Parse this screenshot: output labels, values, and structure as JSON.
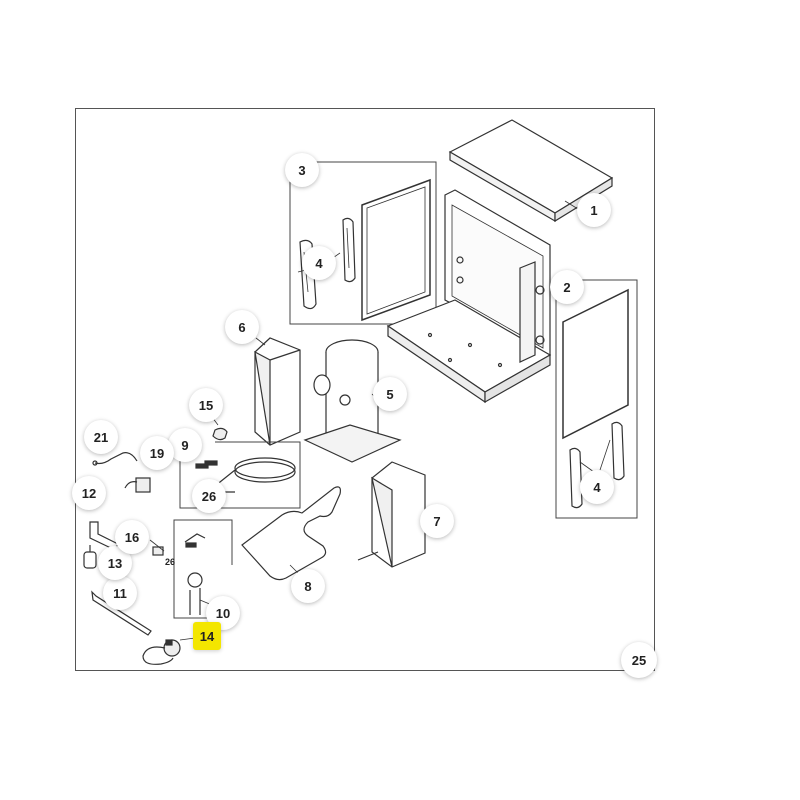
{
  "diagram": {
    "highlight_color": "#f3e600",
    "callouts": [
      {
        "id": "c1",
        "label": "1"
      },
      {
        "id": "c2",
        "label": "2"
      },
      {
        "id": "c3",
        "label": "3"
      },
      {
        "id": "c4a",
        "label": "4"
      },
      {
        "id": "c4b",
        "label": "4"
      },
      {
        "id": "c5",
        "label": "5"
      },
      {
        "id": "c6",
        "label": "6"
      },
      {
        "id": "c7",
        "label": "7"
      },
      {
        "id": "c8",
        "label": "8"
      },
      {
        "id": "c9",
        "label": "9"
      },
      {
        "id": "c10",
        "label": "10"
      },
      {
        "id": "c11",
        "label": "11"
      },
      {
        "id": "c12",
        "label": "12"
      },
      {
        "id": "c13",
        "label": "13"
      },
      {
        "id": "c14",
        "label": "14",
        "highlighted": true
      },
      {
        "id": "c15",
        "label": "15"
      },
      {
        "id": "c16",
        "label": "16"
      },
      {
        "id": "c19",
        "label": "19"
      },
      {
        "id": "c21",
        "label": "21"
      },
      {
        "id": "c25",
        "label": "25"
      },
      {
        "id": "c26a",
        "label": "26"
      }
    ],
    "inline_labels": [
      {
        "id": "l26b",
        "label": "26"
      }
    ]
  }
}
